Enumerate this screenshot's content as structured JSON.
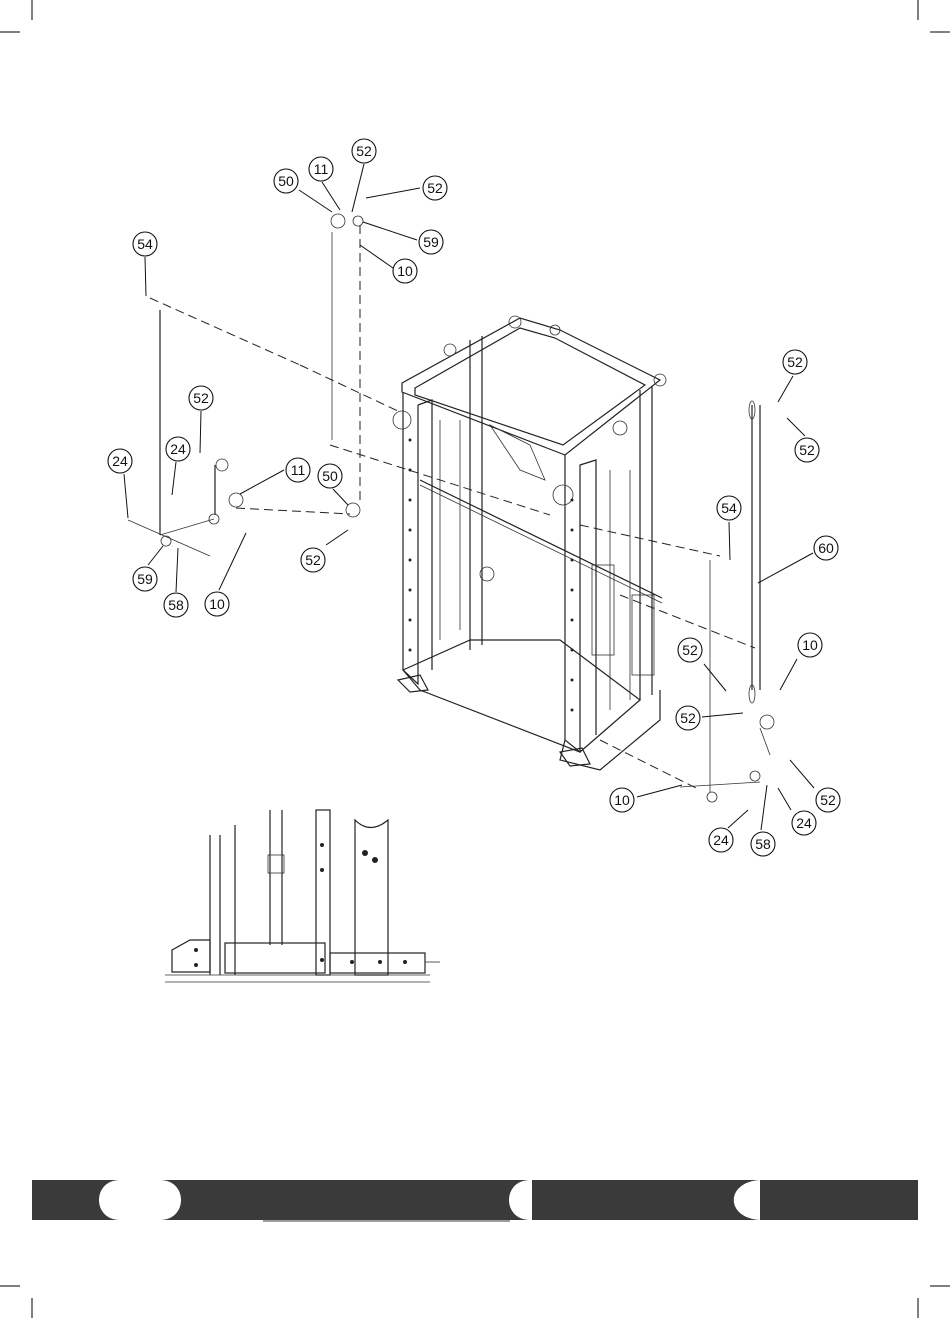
{
  "callouts": [
    {
      "id": "c52a",
      "label": "52"
    },
    {
      "id": "c11a",
      "label": "11"
    },
    {
      "id": "c50a",
      "label": "50"
    },
    {
      "id": "c52b",
      "label": "52"
    },
    {
      "id": "c59a",
      "label": "59"
    },
    {
      "id": "c10a",
      "label": "10"
    },
    {
      "id": "c54a",
      "label": "54"
    },
    {
      "id": "c52c",
      "label": "52"
    },
    {
      "id": "c24a",
      "label": "24"
    },
    {
      "id": "c24b",
      "label": "24"
    },
    {
      "id": "c11b",
      "label": "11"
    },
    {
      "id": "c50b",
      "label": "50"
    },
    {
      "id": "c52d",
      "label": "52"
    },
    {
      "id": "c59b",
      "label": "59"
    },
    {
      "id": "c58a",
      "label": "58"
    },
    {
      "id": "c10b",
      "label": "10"
    },
    {
      "id": "c52e",
      "label": "52"
    },
    {
      "id": "c52f",
      "label": "52"
    },
    {
      "id": "c54b",
      "label": "54"
    },
    {
      "id": "c60",
      "label": "60"
    },
    {
      "id": "c10c",
      "label": "10"
    },
    {
      "id": "c52g",
      "label": "52"
    },
    {
      "id": "c52h",
      "label": "52"
    },
    {
      "id": "c10d",
      "label": "10"
    },
    {
      "id": "c52i",
      "label": "52"
    },
    {
      "id": "c24c",
      "label": "24"
    },
    {
      "id": "c24d",
      "label": "24"
    },
    {
      "id": "c58b",
      "label": "58"
    }
  ],
  "colors": {
    "ink": "#111111",
    "band": "#3a3a3a",
    "paper": "#ffffff"
  }
}
